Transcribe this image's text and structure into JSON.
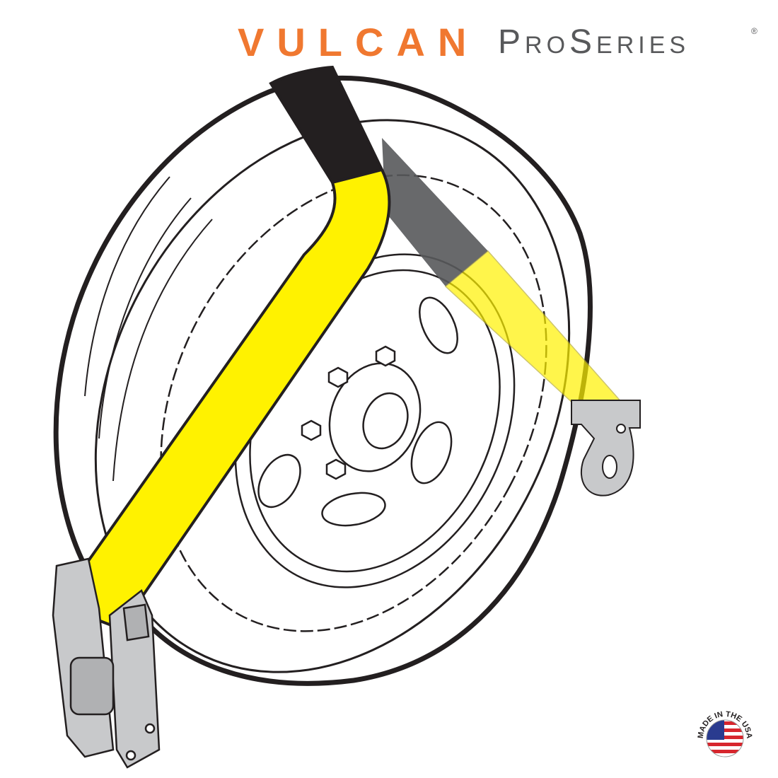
{
  "logo": {
    "brand": "VULCAN",
    "series": "ProSeries",
    "registered": "®"
  },
  "badge": {
    "text": "MADE IN THE USA"
  },
  "colors": {
    "brand_orange": "#f07830",
    "series_gray": "#58595b",
    "strap_yellow": "#fff200",
    "hardware_gray": "#c8c9cb"
  }
}
